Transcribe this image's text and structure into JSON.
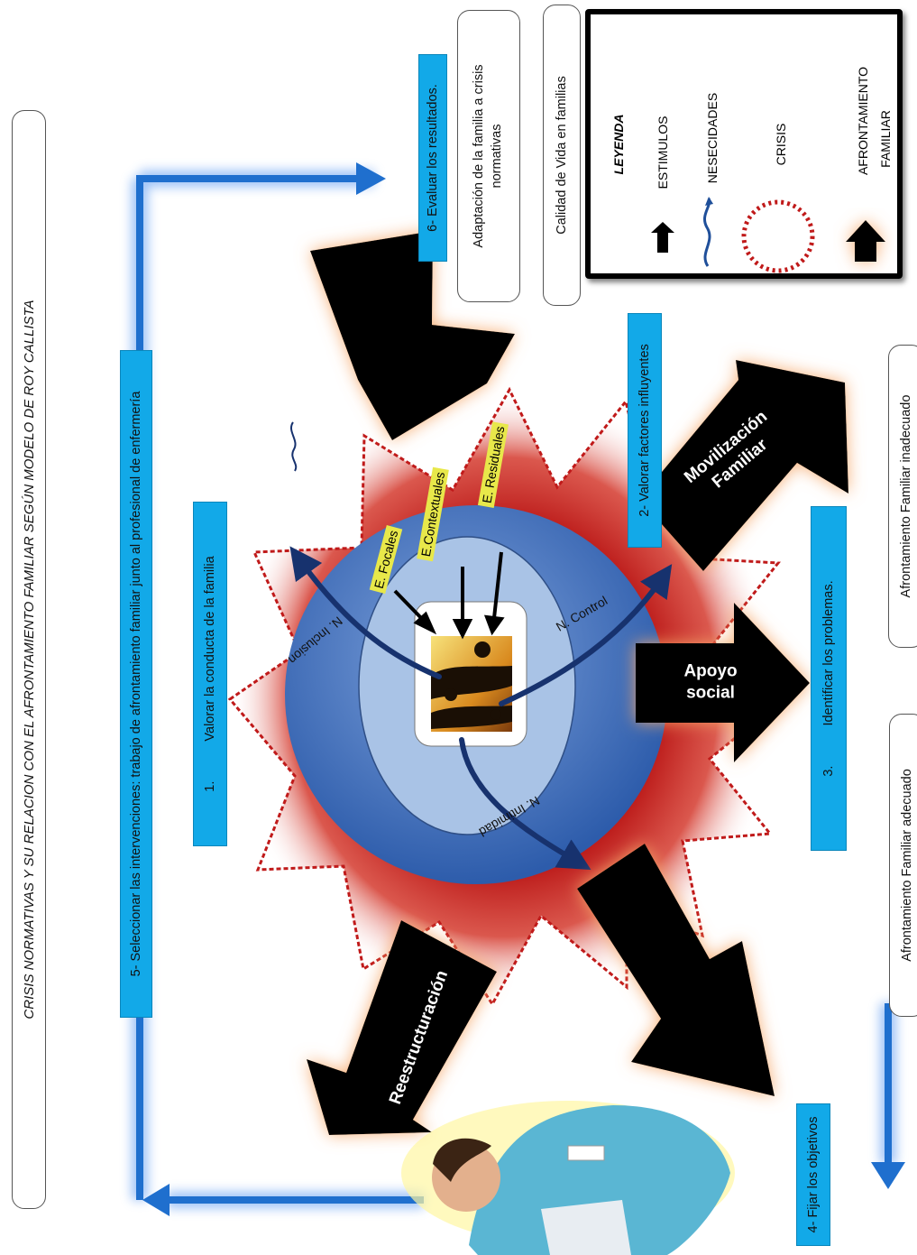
{
  "title": "CRISIS NORMATIVAS Y SU RELACION CON EL AFRONTAMIENTO FAMILIAR SEGÚN MODELO DE ROY CALLISTA",
  "steps": {
    "s1_num": "1.",
    "s1_text": "Valorar la conducta de la familia",
    "s2": "2- Valorar factores influyentes",
    "s3_num": "3.",
    "s3_text": "Identificar los problemas.",
    "s4": "4- Fijar los objetivos",
    "s5": "5- Seleccionar las intervenciones: trabajo de afrontamiento familiar  junto al profesional de enfermería",
    "s6": "6- Evaluar los resultados."
  },
  "outcomes": {
    "adaptacion": "Adaptación de la familia a crisis normativas",
    "calidad": "Calidad de Vida en familias",
    "inadecuado": "Afrontamiento Familiar inadecuado",
    "adecuado": "Afrontamiento Familiar adecuado"
  },
  "coping": {
    "movilizacion": "Movilización Familiar",
    "apoyo": "Apoyo social",
    "reestructuracion": "Reestructuración"
  },
  "stimuli": {
    "focales": "E. Focales",
    "contextuales": "E.Contextuales",
    "residuales": "E. Residuales"
  },
  "needs": {
    "inclusion": "N. Inclusion",
    "control": "N. Control",
    "intimidad": "N. Intimidad"
  },
  "legend": {
    "title": "LEYENDA",
    "estimulos": "ESTIMULOS",
    "necesidades": "NESECIDADES",
    "crisis": "CRISIS",
    "afrontamiento_1": "AFRONTAMIENTO",
    "afrontamiento_2": "FAMILIAR"
  },
  "icons": [
    "family-silhouette-icon",
    "nurse-figure-icon",
    "wave-icon"
  ],
  "colors": {
    "step_box": "#12a9e8",
    "flow_arrow": "#1f6fce",
    "crisis_red": "#b81414",
    "outer_ring": "#3d6dbd",
    "inner_ring": "#a9c3e6",
    "coping_arrow": "#000000",
    "glow": "#f6a86a",
    "need_arrow": "#17326e"
  }
}
